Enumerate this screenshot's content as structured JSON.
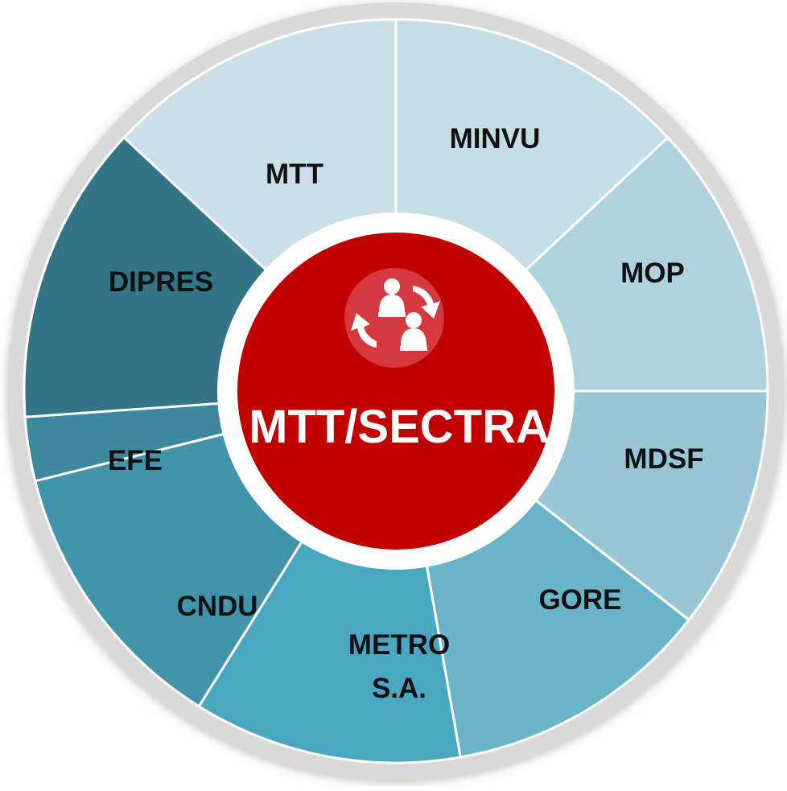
{
  "center": {
    "title": "MTT/SECTRA",
    "icon": "people-exchange-icon",
    "color": "#C10000",
    "icon_color": "#D3393F"
  },
  "segments": [
    {
      "id": "mtt",
      "lines": [
        "MTT"
      ],
      "color": "#CADFE7"
    },
    {
      "id": "minvu",
      "lines": [
        "MINVU"
      ],
      "color": "#C5DDE4"
    },
    {
      "id": "mop",
      "lines": [
        "MOP"
      ],
      "color": "#AED2DE"
    },
    {
      "id": "mdsf",
      "lines": [
        "MDSF"
      ],
      "color": "#98C6D5"
    },
    {
      "id": "gore",
      "lines": [
        "GORE"
      ],
      "color": "#6AB4CA"
    },
    {
      "id": "metro",
      "lines": [
        "METRO",
        "S.A."
      ],
      "color": "#4AA7C2"
    },
    {
      "id": "cndu",
      "lines": [
        "CNDU"
      ],
      "color": "#4294AA"
    },
    {
      "id": "efe",
      "lines": [
        "EFE"
      ],
      "color": "#3C889E"
    },
    {
      "id": "dipres",
      "lines": [
        "DIPRES"
      ],
      "color": "#337586"
    }
  ],
  "ring_color": "#D9D9D9"
}
